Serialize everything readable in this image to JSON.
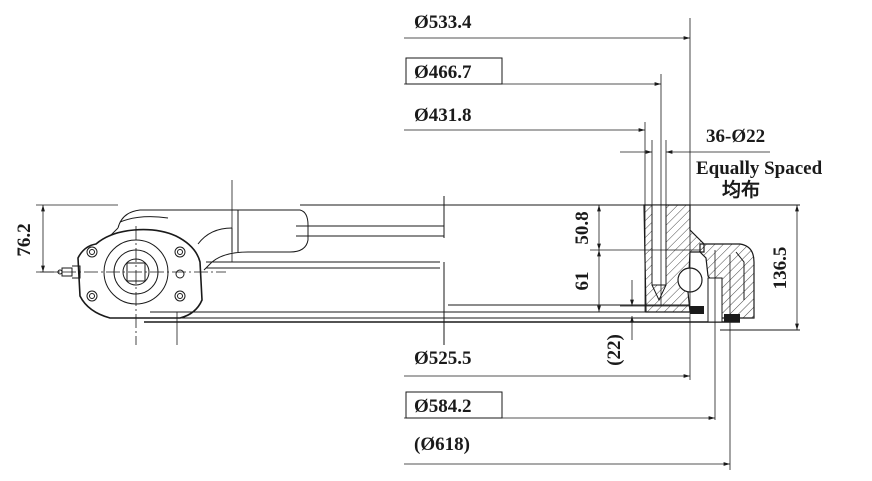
{
  "labels": {
    "d533": "Ø533.4",
    "d466": "Ø466.7",
    "d431": "Ø431.8",
    "holes": "36-Ø22",
    "equally_spaced": "Equally Spaced",
    "equally_spaced_cn": "均布",
    "d525": "Ø525.5",
    "d584": "Ø584.2",
    "d618": "(Ø618)",
    "h76": "76.2",
    "h50": "50.8",
    "h61": "61",
    "h22": "(22)",
    "h136": "136.5"
  }
}
